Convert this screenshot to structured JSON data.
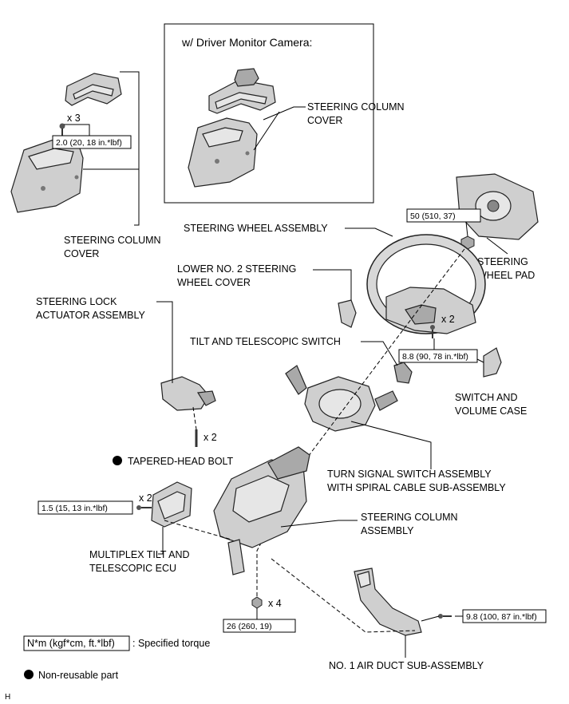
{
  "inset": {
    "title": "w/ Driver Monitor Camera:",
    "cover_label": [
      "STEERING COLUMN",
      "COVER"
    ]
  },
  "labels": {
    "steering_column_cover": [
      "STEERING COLUMN",
      "COVER"
    ],
    "steering_wheel_assembly": "STEERING WHEEL ASSEMBLY",
    "steering_wheel_pad": [
      "STEERING",
      "WHEEL PAD"
    ],
    "lower_no2_cover": [
      "LOWER NO. 2 STEERING",
      "WHEEL COVER"
    ],
    "steering_lock": [
      "STEERING LOCK",
      "ACTUATOR ASSEMBLY"
    ],
    "tilt_switch": "TILT AND TELESCOPIC SWITCH",
    "switch_volume_case": [
      "SWITCH AND",
      "VOLUME CASE"
    ],
    "tapered_bolt": "TAPERED-HEAD BOLT",
    "turn_signal": [
      "TURN SIGNAL SWITCH ASSEMBLY",
      "WITH SPIRAL CABLE SUB-ASSEMBLY"
    ],
    "steering_column_assembly": [
      "STEERING COLUMN",
      "ASSEMBLY"
    ],
    "multiplex_ecu": [
      "MULTIPLEX TILT AND",
      "TELESCOPIC ECU"
    ],
    "air_duct": "NO. 1 AIR DUCT SUB-ASSEMBLY"
  },
  "quantities": {
    "cover_screws": "x 3",
    "wheel_bolts": "x 2",
    "tapered_bolts": "x 2",
    "ecu_bolts": "x 2",
    "column_nuts": "x 4"
  },
  "torques": {
    "cover": "2.0 (20, 18 in.*lbf)",
    "wheel_nut": "50 (510, 37)",
    "wheel_screw": "8.8 (90, 78 in.*lbf)",
    "ecu": "1.5 (15, 13 in.*lbf)",
    "column": "26 (260, 19)",
    "air_duct": "9.8 (100, 87 in.*lbf)"
  },
  "legend": {
    "unit": "N*m (kgf*cm, ft.*lbf)",
    "unit_desc": ": Specified torque",
    "non_reusable": "Non-reusable part"
  },
  "corner_mark": "H"
}
